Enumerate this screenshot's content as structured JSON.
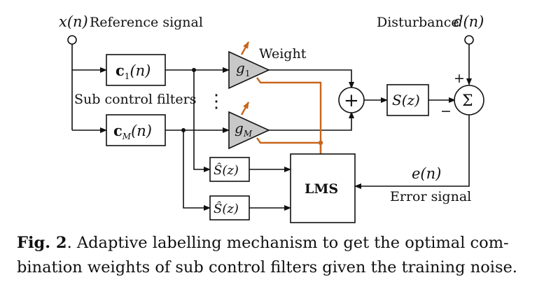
{
  "labels": {
    "x_symbol": "x(n)",
    "reference": "Reference signal",
    "disturbance": "Disturbance",
    "d_symbol": "d(n)",
    "weight": "Weight",
    "sub_control_filters": "Sub control filters",
    "filter_1": "c",
    "filter_1_sub": "1",
    "filter_M": "c",
    "filter_M_sub": "M",
    "filter_arg": "(n)",
    "gain_1": "g",
    "gain_1_sub": "1",
    "gain_M": "g",
    "gain_M_sub": "M",
    "sum_symbol": "+",
    "plant": "S(z)",
    "sigma": "Σ",
    "plus_sign": "+",
    "minus_sign": "−",
    "estimate_1": "Ŝ(z)",
    "estimate_2": "Ŝ(z)",
    "lms": "LMS",
    "error_symbol": "e(n)",
    "error_signal": "Error signal",
    "vdots": "⋮"
  },
  "caption": {
    "figure_label": "Fig. 2",
    "line1": ". Adaptive labelling mechanism to get the optimal com-",
    "line2": "bination weights of sub control filters given the training noise."
  },
  "colors": {
    "line": "#111111",
    "adapt": "#c8651b",
    "gain_fill": "#c8c8c8"
  }
}
